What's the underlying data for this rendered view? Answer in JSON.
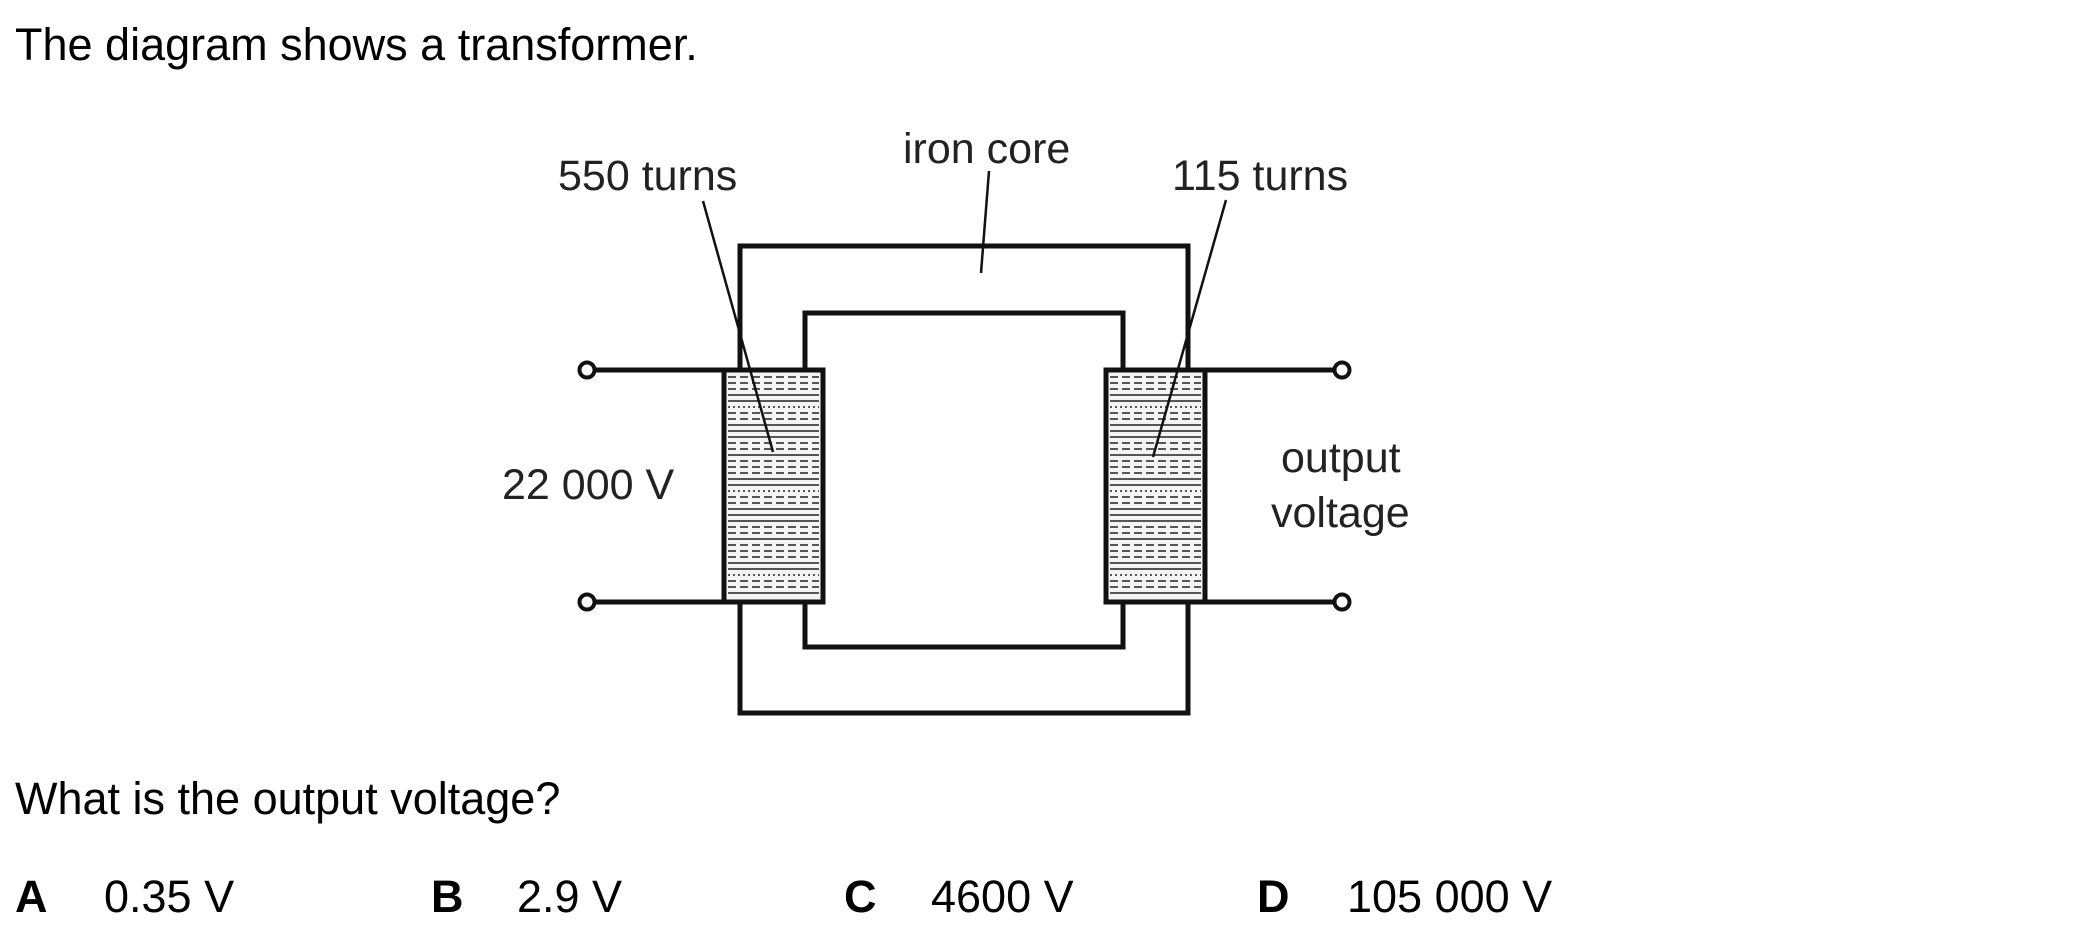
{
  "question": {
    "intro": "The diagram shows a transformer.",
    "stem": "What is the output voltage?"
  },
  "diagram": {
    "labels": {
      "primary_turns": "550 turns",
      "core": "iron core",
      "secondary_turns": "115 turns",
      "input_voltage": "22 000 V",
      "output_line1": "output",
      "output_line2": "voltage"
    },
    "components": [
      "iron-core",
      "primary-coil",
      "secondary-coil",
      "input-terminals",
      "output-terminals"
    ]
  },
  "options": [
    {
      "letter": "A",
      "value": "0.35 V"
    },
    {
      "letter": "B",
      "value": "2.9 V"
    },
    {
      "letter": "C",
      "value": "4600 V"
    },
    {
      "letter": "D",
      "value": "105 000 V"
    }
  ]
}
